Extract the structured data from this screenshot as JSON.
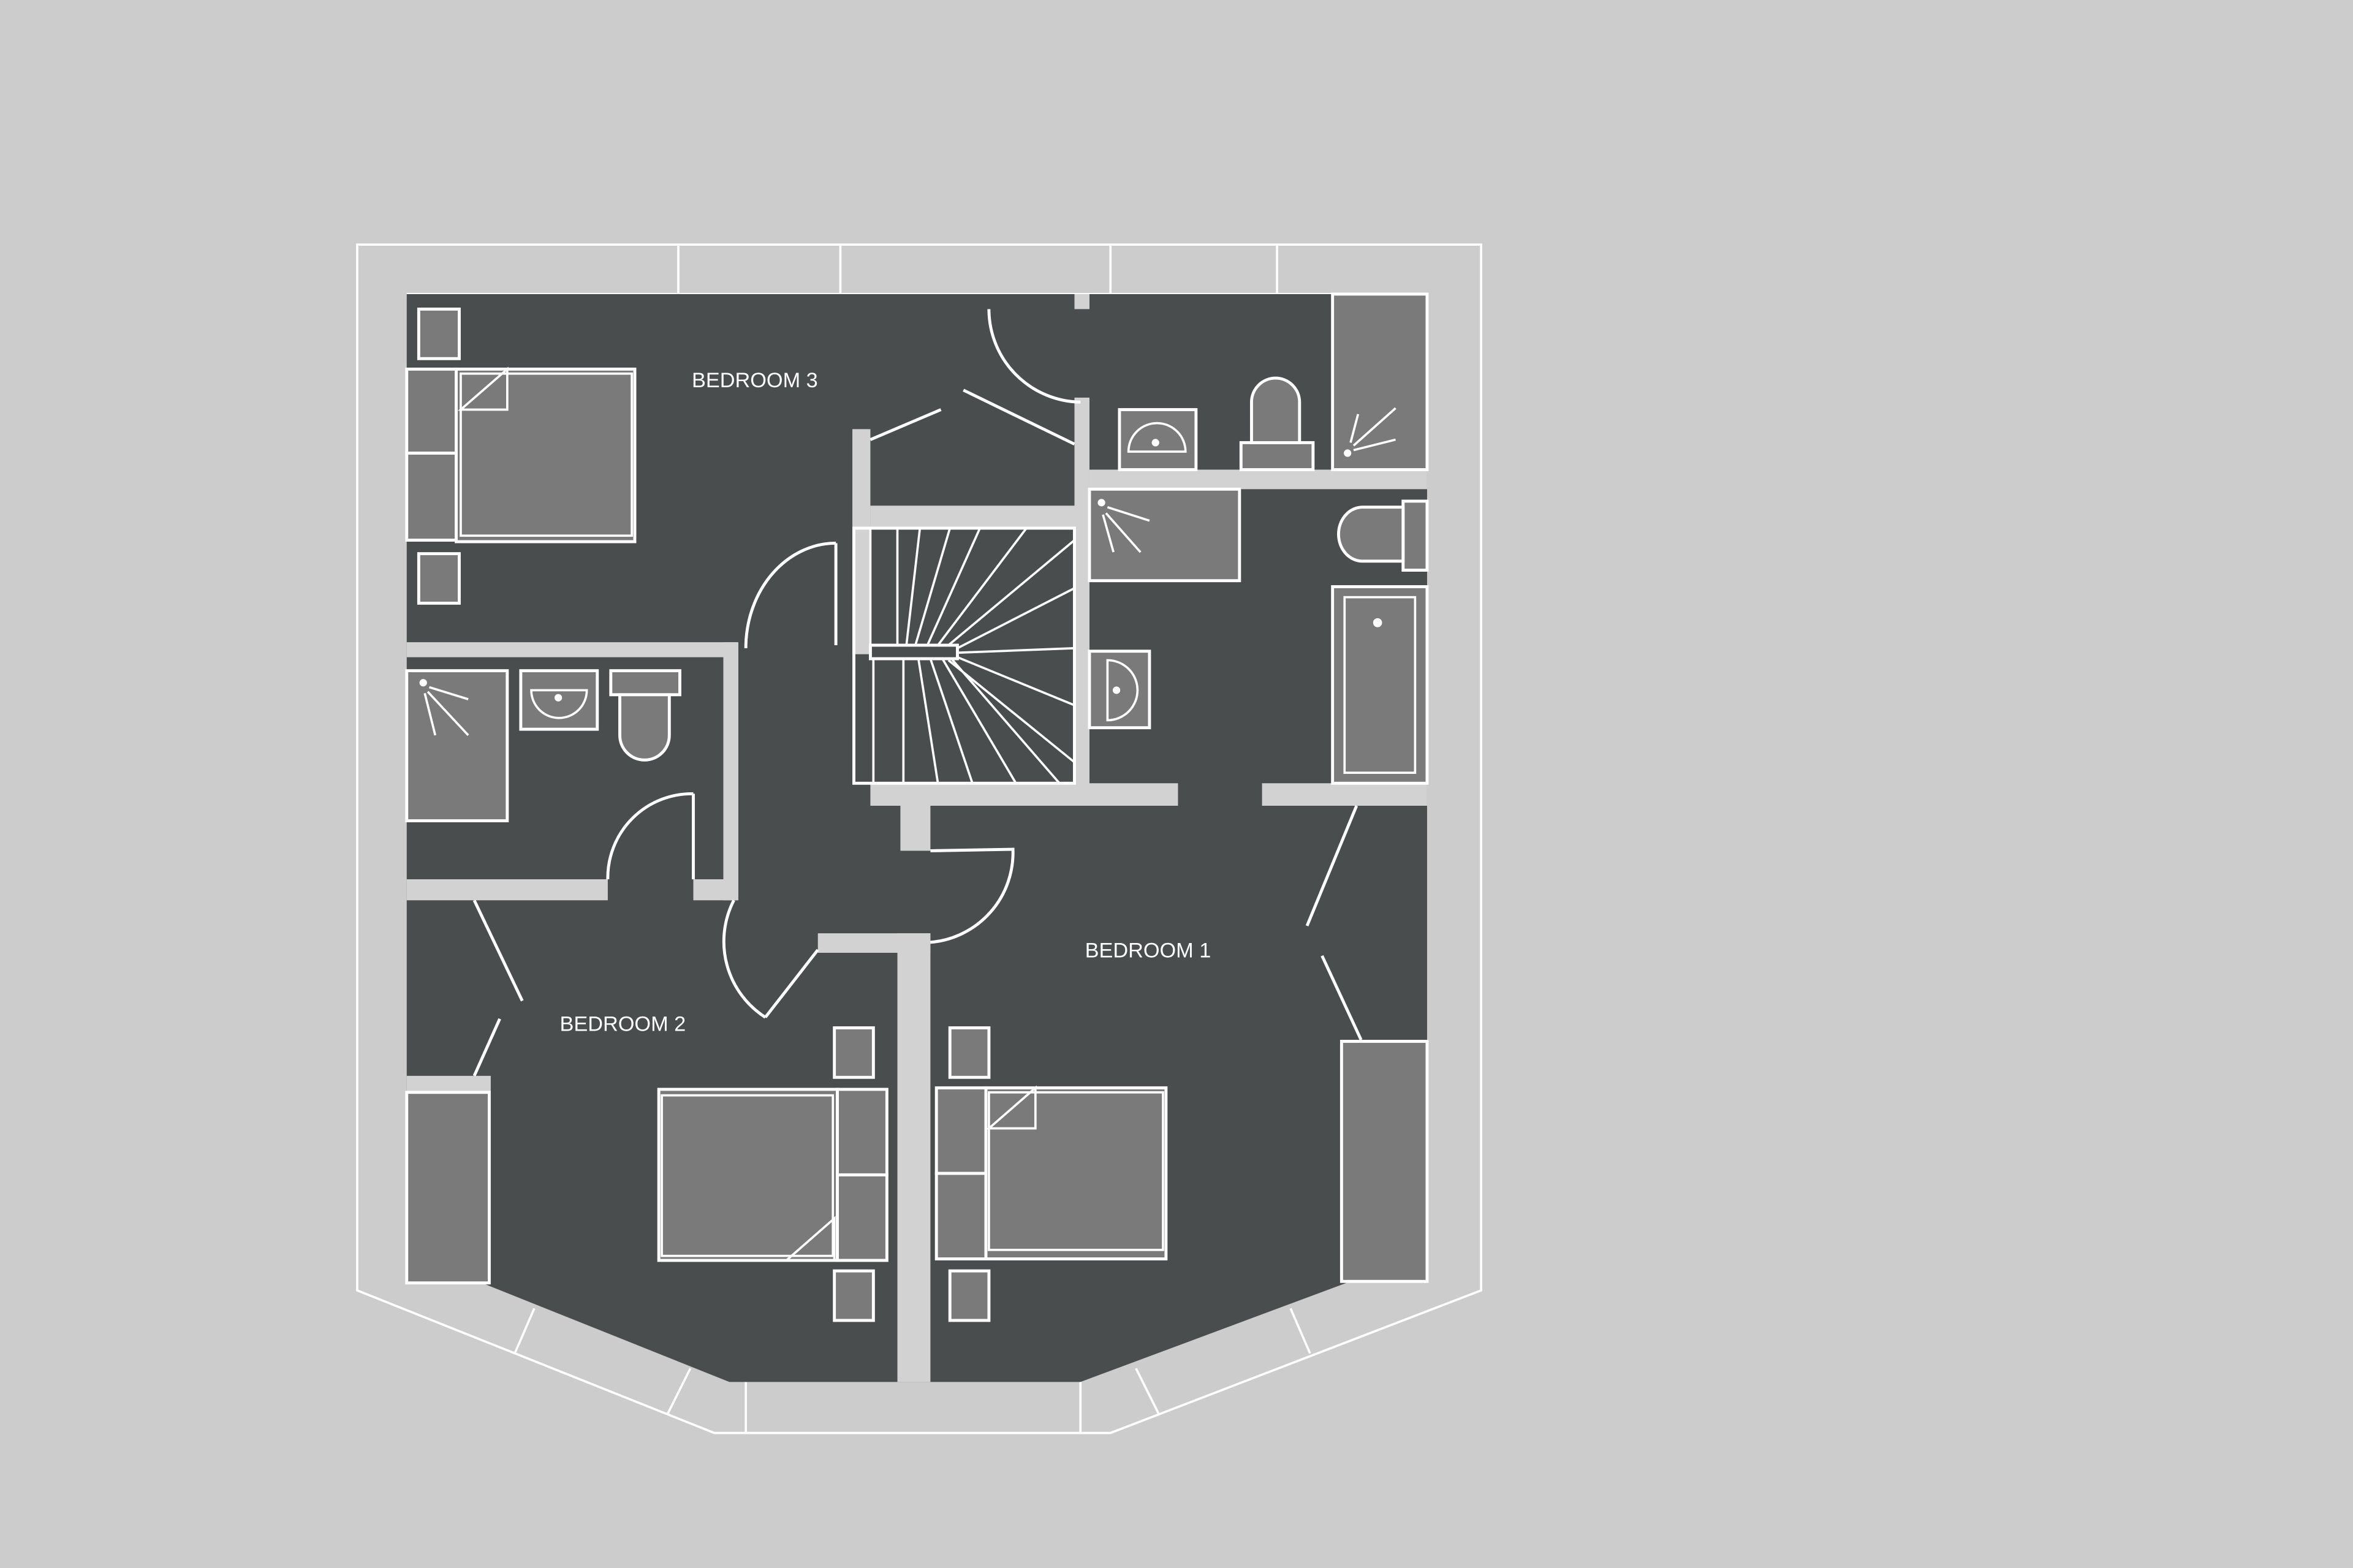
{
  "plan": {
    "rooms": [
      {
        "label": "BEDROOM 3"
      },
      {
        "label": "BEDROOM 2"
      },
      {
        "label": "BEDROOM 1"
      }
    ]
  },
  "colors": {
    "background": "#cccccc",
    "floor": "#4a4d4e",
    "walls": "#d2d2d2",
    "fixtures": "#7a7a7a",
    "lines": "#ffffff"
  }
}
